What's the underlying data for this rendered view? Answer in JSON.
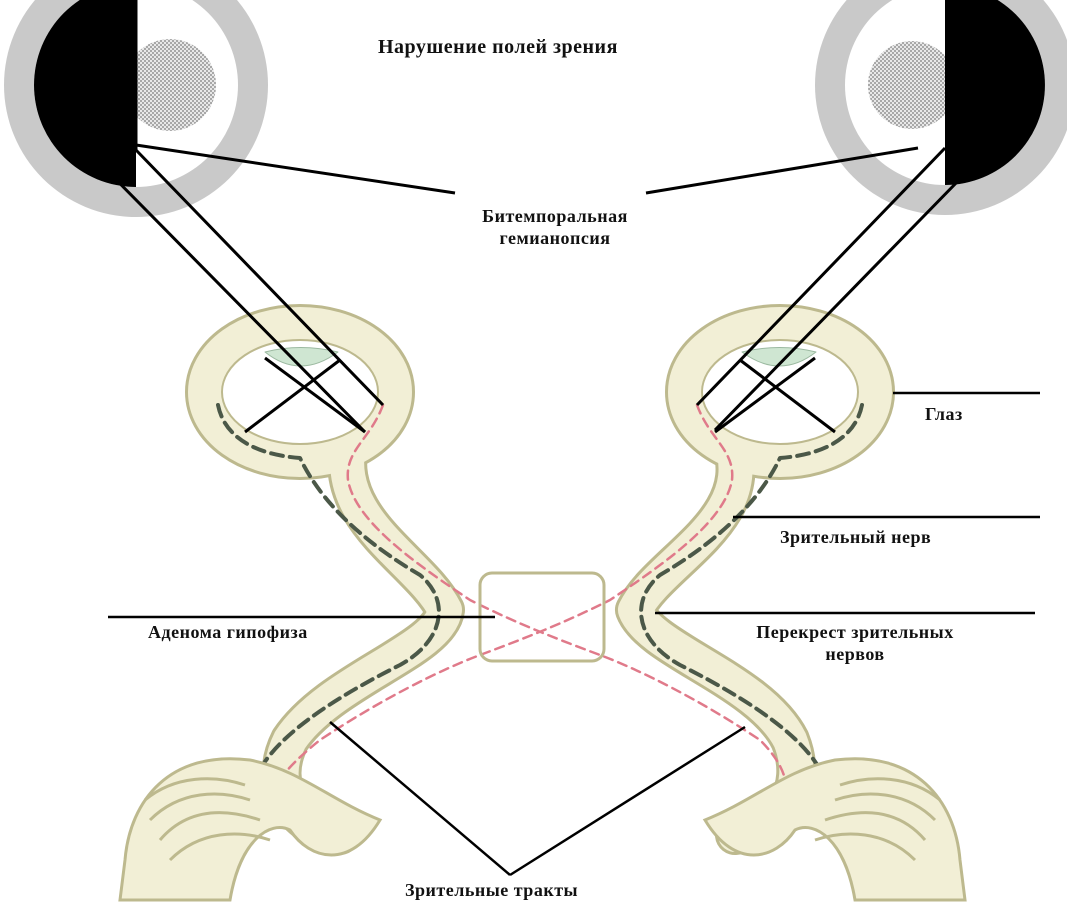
{
  "labels": {
    "title": "Нарушение полей зрения",
    "hemianopsia_line1": "Битемпоральная",
    "hemianopsia_line2": "гемианопсия",
    "eye": "Глаз",
    "optic_nerve": "Зрительный нерв",
    "adenoma": "Аденома гипофиза",
    "chiasm_line1": "Перекрест зрительных",
    "chiasm_line2": "нервов",
    "tracts": "Зрительные тракты"
  },
  "colors": {
    "nerve_fill": "#f2efd6",
    "nerve_stroke": "#bdb98e",
    "dash_dark": "#4b5848",
    "dash_red": "#e07a8a",
    "lens": "#cfe6d2",
    "field_ring": "#c9c9c9",
    "field_black": "#000000",
    "field_hatch": "#9a9a9a"
  },
  "icons": {
    "left_field": "visual-field-left-icon",
    "right_field": "visual-field-right-icon",
    "adenoma_box": "adenoma-box"
  }
}
